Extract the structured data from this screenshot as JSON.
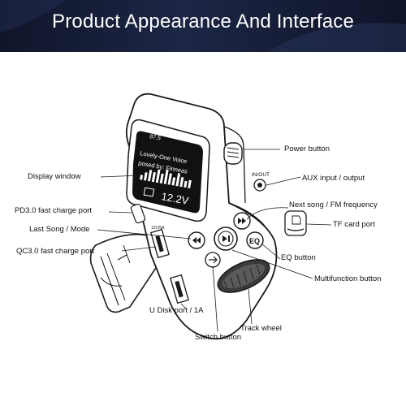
{
  "banner": {
    "title": "Product Appearance And Interface"
  },
  "screen": {
    "freq_text": "87.5",
    "line1": "Lovely-One Voice",
    "line2": "posed by: Finneas",
    "voltage": "12.2V"
  },
  "ports": {
    "in_out": "IN/OUT",
    "usb_text": "12V/5A"
  },
  "buttons": {
    "eq": "EQ"
  },
  "labels": {
    "power_button": "Power button",
    "display_window": "Display window",
    "aux": "AUX input / output",
    "pd_port": "PD3.0 fast charge port",
    "next_song": "Next song / FM frequency",
    "last_song": "Last Song / Mode",
    "tf_card": "TF card port",
    "qc_port": "QC3.0 fast charge port",
    "eq_button": "EQ button",
    "multifunction": "Multifunction button",
    "track_wheel": "Track wheel",
    "udisk": "U Disk port / 1A",
    "switch_button": "Switch button"
  },
  "colors": {
    "banner_dark": "#10152a",
    "device_body": "#ffffff",
    "outline": "#1a1a1a",
    "screen_bg": "#111111"
  }
}
